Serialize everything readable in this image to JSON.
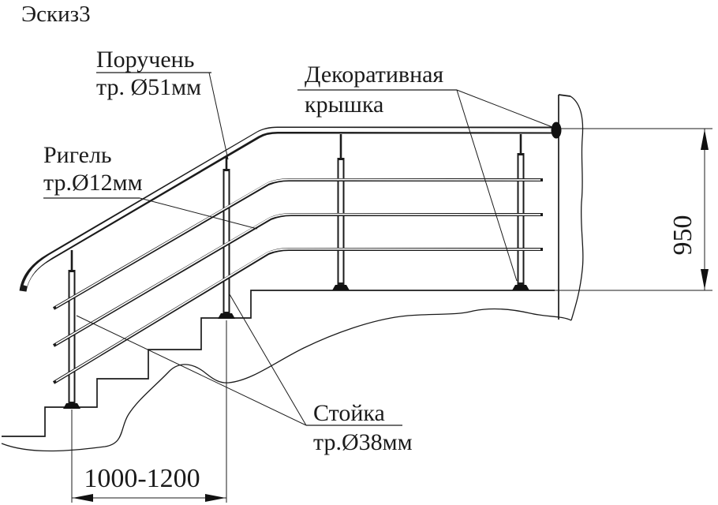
{
  "title": "Эскиз3",
  "labels": {
    "handrail": {
      "line1": "Поручень",
      "line2": "тр. Ø51мм"
    },
    "crossbar": {
      "line1": "Ригель",
      "line2": "тр.Ø12мм"
    },
    "decorative_cover": {
      "line1": "Декоративная",
      "line2": "крышка"
    },
    "post": {
      "line1": "Стойка",
      "line2": "тр.Ø38мм"
    }
  },
  "dimensions": {
    "height_mm": "950",
    "post_spacing_mm": "1000-1200"
  },
  "colors": {
    "line": "#1b1b1b",
    "background": "#ffffff",
    "cover_fill": "#111111"
  }
}
